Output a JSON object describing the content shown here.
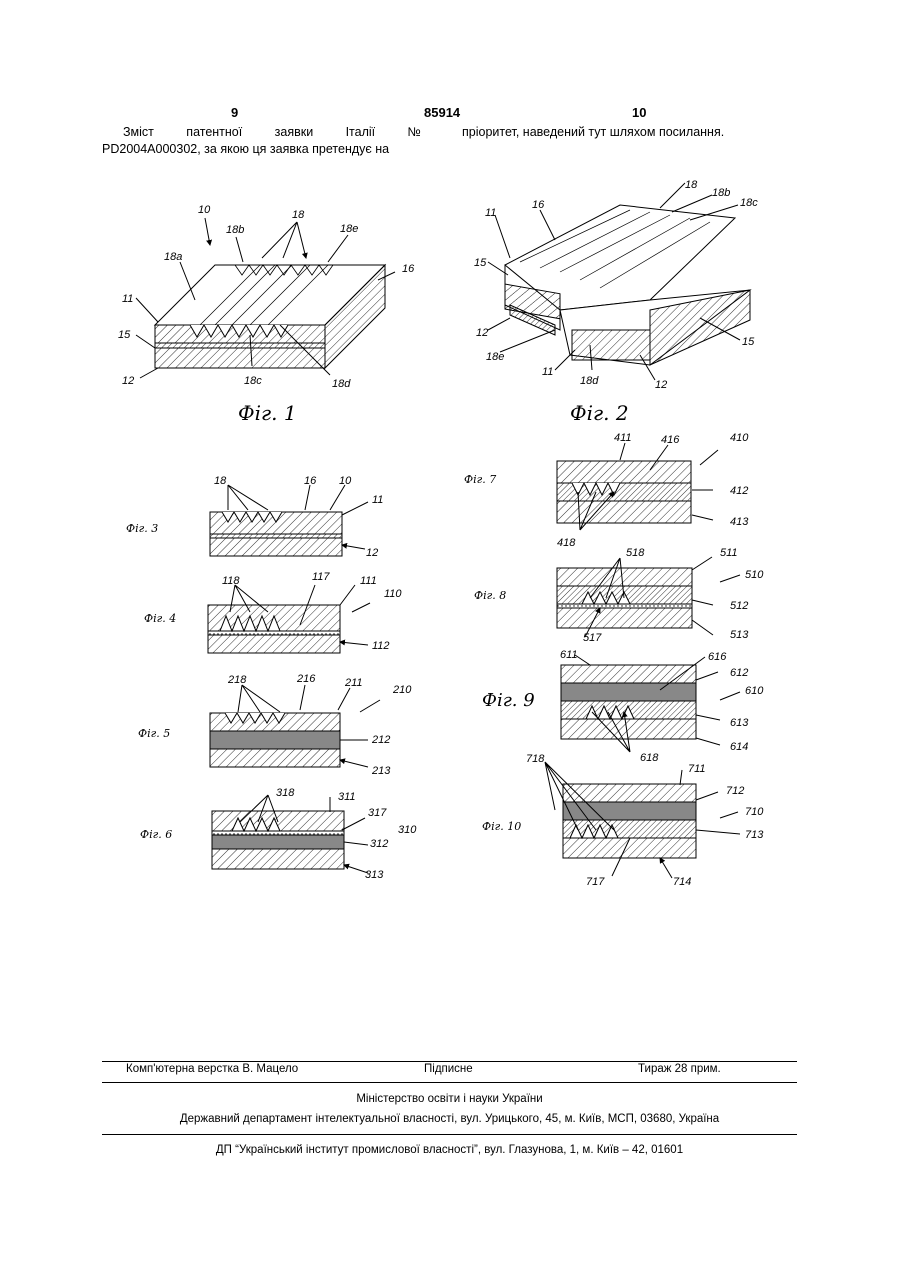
{
  "header": {
    "page_left": "9",
    "patent_number": "85914",
    "page_right": "10"
  },
  "text": {
    "left_col_line1": [
      "Зміст",
      "патентної",
      "заявки",
      "Італії",
      "№"
    ],
    "left_col_line2": "PD2004A000302, за якою ця заявка претендує на",
    "right_col_line1": "пріоритет, наведений тут шляхом посилання."
  },
  "figures": {
    "fig1": {
      "caption": "Фіг. 1",
      "labels": [
        "10",
        "18",
        "18b",
        "18e",
        "18a",
        "16",
        "11",
        "15",
        "12",
        "18c",
        "18d"
      ]
    },
    "fig2": {
      "caption": "Фіг. 2",
      "labels": [
        "18",
        "18b",
        "18c",
        "16",
        "11",
        "15",
        "12",
        "18e",
        "11",
        "18d",
        "12",
        "15"
      ]
    },
    "fig3": {
      "caption": "Фіг. 3",
      "labels": [
        "18",
        "16",
        "10",
        "11",
        "12"
      ]
    },
    "fig4": {
      "caption": "Фіг. 4",
      "labels": [
        "118",
        "117",
        "111",
        "110",
        "112"
      ]
    },
    "fig5": {
      "caption": "Фіг. 5",
      "labels": [
        "218",
        "216",
        "211",
        "210",
        "212",
        "213"
      ]
    },
    "fig6": {
      "caption": "Фіг. 6",
      "labels": [
        "318",
        "311",
        "317",
        "310",
        "312",
        "313"
      ]
    },
    "fig7": {
      "caption": "Фіг. 7",
      "labels": [
        "411",
        "416",
        "410",
        "412",
        "413",
        "418"
      ]
    },
    "fig8": {
      "caption": "Фіг. 8",
      "labels": [
        "518",
        "511",
        "510",
        "512",
        "513",
        "517"
      ]
    },
    "fig9": {
      "caption": "Фіг. 9",
      "labels": [
        "611",
        "616",
        "612",
        "610",
        "613",
        "614",
        "618"
      ]
    },
    "fig10": {
      "caption": "Фіг. 10",
      "labels": [
        "718",
        "711",
        "712",
        "710",
        "713",
        "717",
        "714"
      ]
    }
  },
  "footer": {
    "layout": "Комп'ютерна верстка В. Мацело",
    "signed": "Підписне",
    "circulation": "Тираж 28 прим.",
    "ministry": "Міністерство освіти і науки України",
    "department": "Державний департамент інтелектуальної власності, вул. Урицького, 45, м. Київ, МСП, 03680, Україна",
    "institute": "ДП “Український інститут промислової власності”, вул. Глазунова, 1, м. Київ – 42, 01601"
  }
}
